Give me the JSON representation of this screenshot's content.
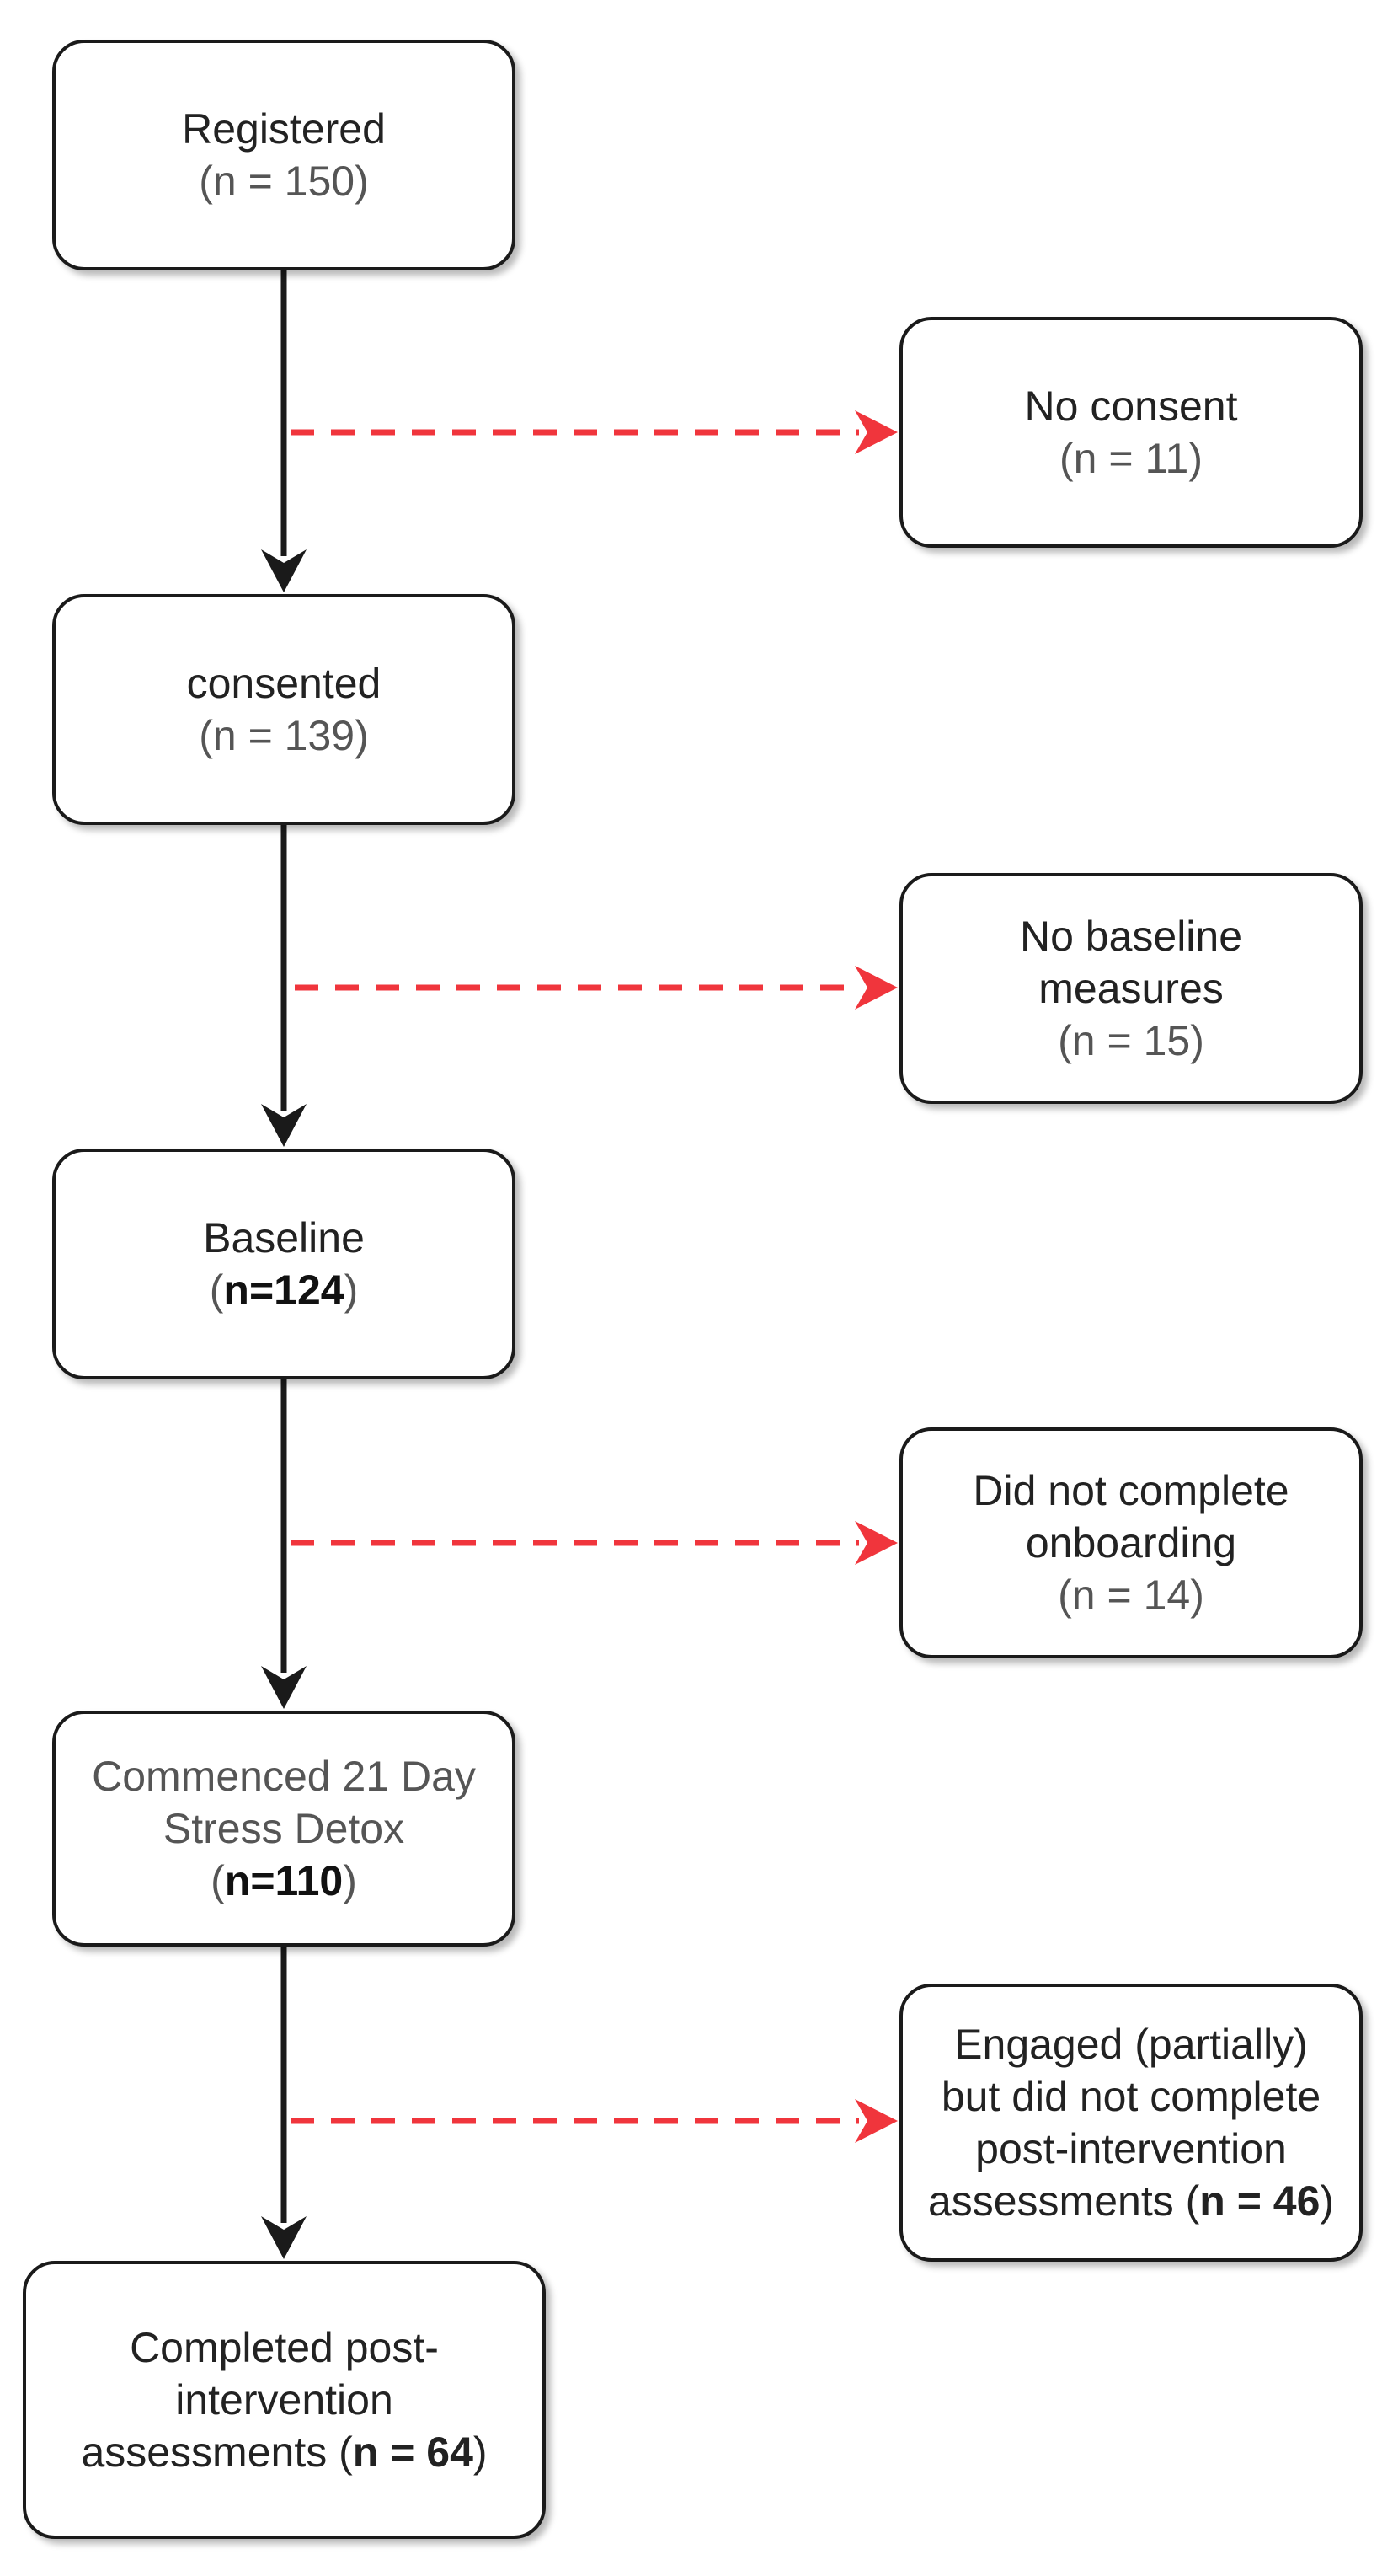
{
  "main_flow": [
    {
      "id": "registered",
      "label": "Registered",
      "count": "(n = 150)"
    },
    {
      "id": "consented",
      "label": "consented",
      "count": "(n = 139)"
    },
    {
      "id": "baseline",
      "label": "Baseline",
      "count_open": "(",
      "count_bold": "n=124",
      "count_close": ")"
    },
    {
      "id": "commenced",
      "label_line1": "Commenced 21 Day",
      "label_line2": "Stress Detox",
      "count_open": "(",
      "count_bold": "n=110",
      "count_close": ")"
    },
    {
      "id": "completed",
      "label_line1": "Completed post-",
      "label_line2": "intervention",
      "label_line3": "assessments (",
      "count_bold": "n = 64",
      "count_close": ")"
    }
  ],
  "exclusions": [
    {
      "id": "no-consent",
      "label": "No consent",
      "count": "(n = 11)"
    },
    {
      "id": "no-baseline",
      "label_line1": "No baseline",
      "label_line2": "measures",
      "count": "(n = 15)"
    },
    {
      "id": "onboarding",
      "label_line1": "Did not complete",
      "label_line2": "onboarding",
      "count": "(n = 14)"
    },
    {
      "id": "engaged",
      "label_line1": "Engaged (partially)",
      "label_line2": "but did not complete",
      "label_line3": "post-intervention",
      "label_line4": "assessments (",
      "count_bold": "n = 46",
      "count_close": ")"
    }
  ],
  "colors": {
    "main_arrow": "#1a1a1a",
    "exclusion_arrow": "#f0353c",
    "box_border": "#1a1a1a"
  }
}
